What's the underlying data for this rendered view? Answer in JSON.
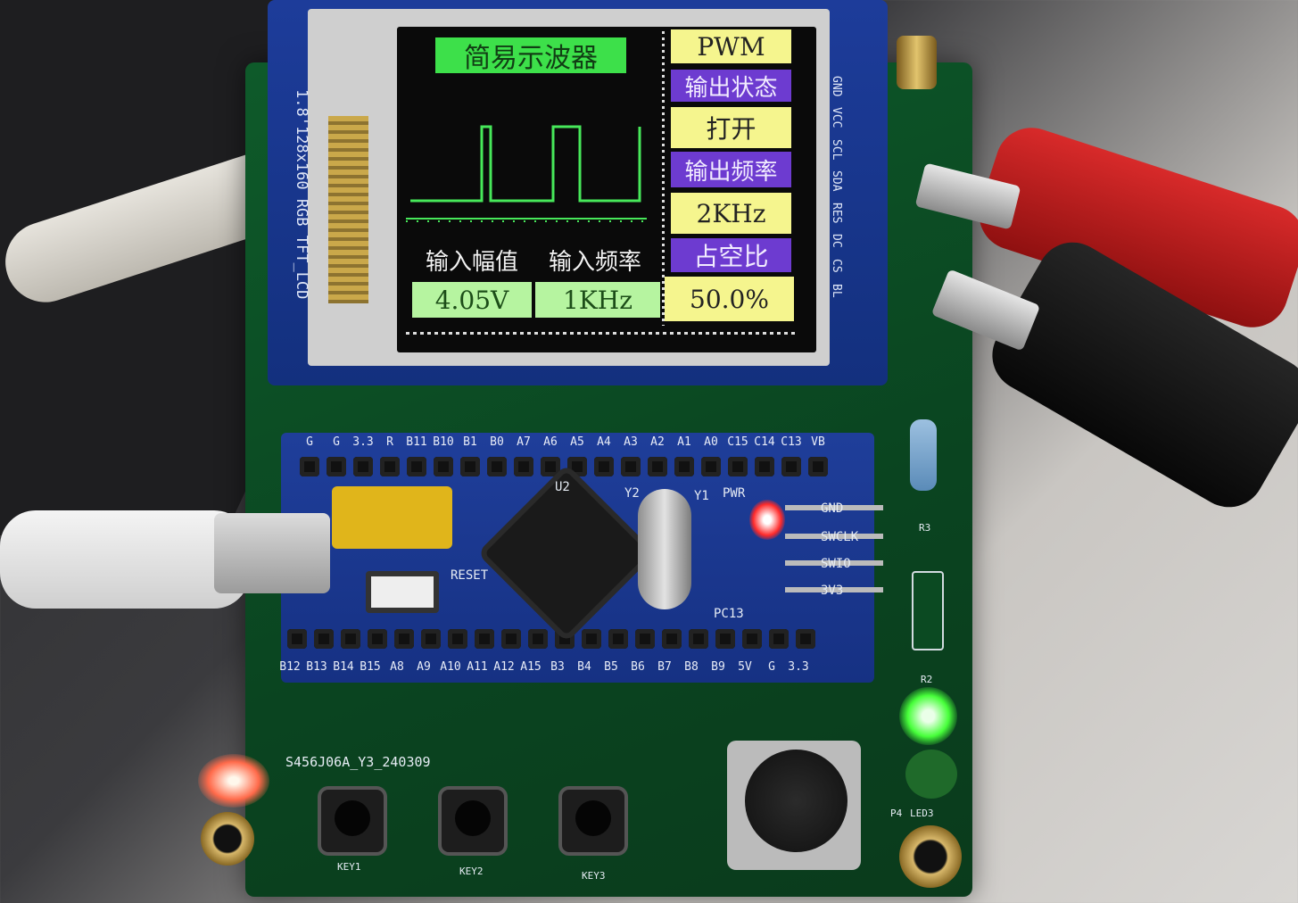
{
  "screen": {
    "title": "简易示波器",
    "pwm_label": "PWM",
    "output_state_label": "输出状态",
    "output_state_value": "打开",
    "output_freq_label": "输出频率",
    "output_freq_value": "2KHz",
    "duty_label": "占空比",
    "duty_value": "50.0%",
    "input_amp_label": "输入幅值",
    "input_amp_value": "4.05V",
    "input_freq_label": "输入频率",
    "input_freq_value": "1KHz"
  },
  "lcd_module": {
    "side_label": "1.8'128x160 RGB TFT_LCD",
    "pins": [
      "GND",
      "VCC",
      "SCL",
      "SDA",
      "RES",
      "DC",
      "CS",
      "BL"
    ]
  },
  "board": {
    "top_pins": [
      "G",
      "G",
      "3.3",
      "R",
      "B11",
      "B10",
      "B1",
      "B0",
      "A7",
      "A6",
      "A5",
      "A4",
      "A3",
      "A2",
      "A1",
      "A0",
      "C15",
      "C14",
      "C13",
      "VB"
    ],
    "bottom_pins": [
      "B12",
      "B13",
      "B14",
      "B15",
      "A8",
      "A9",
      "A10",
      "A11",
      "A12",
      "A15",
      "B3",
      "B4",
      "B5",
      "B6",
      "B7",
      "B8",
      "B9",
      "5V",
      "G",
      "3.3"
    ],
    "swd_pins": [
      "GND",
      "SWCLK",
      "SWIO",
      "3V3"
    ],
    "labels": {
      "pwr": "PWR",
      "reset": "RESET",
      "pc13": "PC13",
      "y1": "Y1",
      "y2": "Y2",
      "u2": "U2",
      "board_id": "S456J06A_Y3_240309",
      "key1": "KEY1",
      "key2": "KEY2",
      "key3": "KEY3",
      "r3": "R3",
      "r2": "R2",
      "led": "LED3",
      "p4": "P4"
    }
  },
  "colors": {
    "screen_green": "#3de04a",
    "screen_yellow": "#f5f58e",
    "screen_purple": "#6d3bd0",
    "pcb_green": "#0e5a2a",
    "bluepill_blue": "#1f3e9a"
  }
}
